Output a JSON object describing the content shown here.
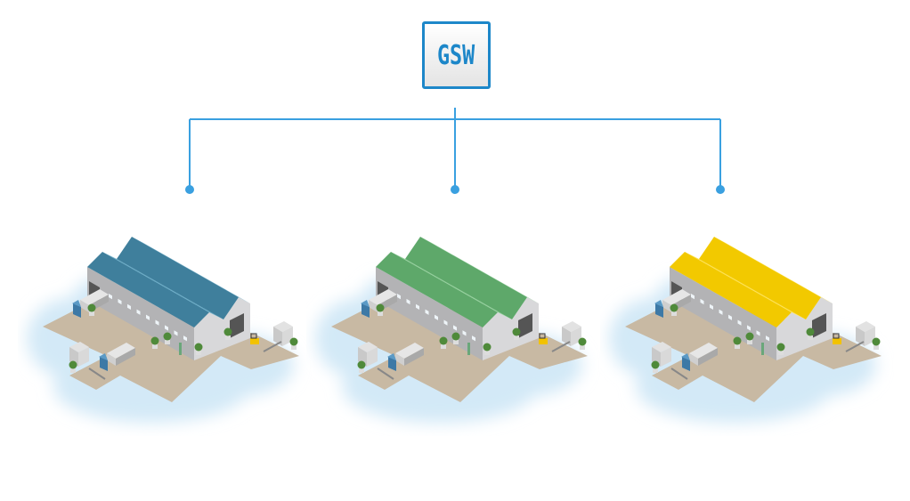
{
  "logo": {
    "text": "GSW",
    "color": "#1d87c9"
  },
  "connector_color": "#3aa0e0",
  "warehouses": [
    {
      "name": "warehouse-blue",
      "roof": "#3f7f9c",
      "roof_light": "#5fa8c6"
    },
    {
      "name": "warehouse-green",
      "roof": "#5ea86a",
      "roof_light": "#8fcf98"
    },
    {
      "name": "warehouse-yellow",
      "roof": "#f2c900",
      "roof_light": "#ffe14a"
    }
  ]
}
